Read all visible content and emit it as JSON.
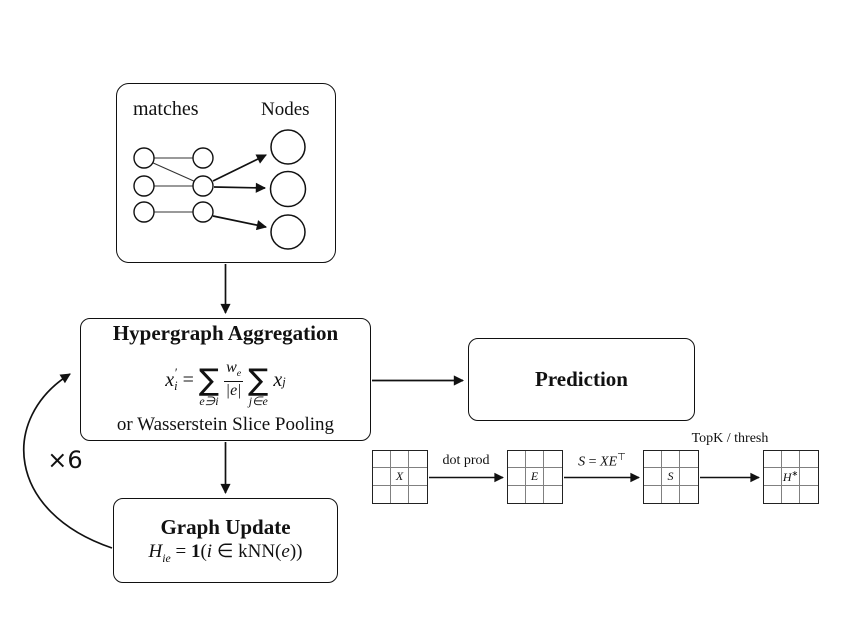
{
  "diagram": {
    "matches_box": {
      "label_matches": "matches",
      "label_nodes": "Nodes"
    },
    "hypergraph_box": {
      "title": "Hypergraph Aggregation",
      "formula": {
        "lhs_var": "x",
        "lhs_prime": "′",
        "lhs_sub": "i",
        "equals": "=",
        "sigma": "∑",
        "sum1_sub": "e∋i",
        "frac_num_var": "w",
        "frac_num_sub": "e",
        "frac_den": "|e|",
        "sum2_sub": "j∈e",
        "rhs_var": "x",
        "rhs_sub": "j"
      },
      "alt_method": "or Wasserstein Slice Pooling"
    },
    "prediction_box": {
      "title": "Prediction"
    },
    "graph_update_box": {
      "title": "Graph Update",
      "formula": {
        "h_var": "H",
        "h_sub": "ie",
        "equals": " = ",
        "indicator": "1",
        "open_paren": "(",
        "i_var": "i",
        "in_knn": " ∈ kNN(",
        "e_var": "e",
        "close_parens": "))"
      }
    },
    "loop_label": "×6",
    "matrix_pipeline": {
      "x_label": "X",
      "e_label": "E",
      "s_label": "S",
      "h_label": "H",
      "h_sup": "∗",
      "arrow1_label": "dot prod",
      "arrow2": {
        "s": "S",
        "eq": " = ",
        "xe": "XE",
        "sup": "⊤"
      },
      "arrow3_label": "TopK / thresh"
    }
  },
  "colors": {
    "stroke": "#111111",
    "background": "#ffffff",
    "grid_inner": "#808080"
  }
}
